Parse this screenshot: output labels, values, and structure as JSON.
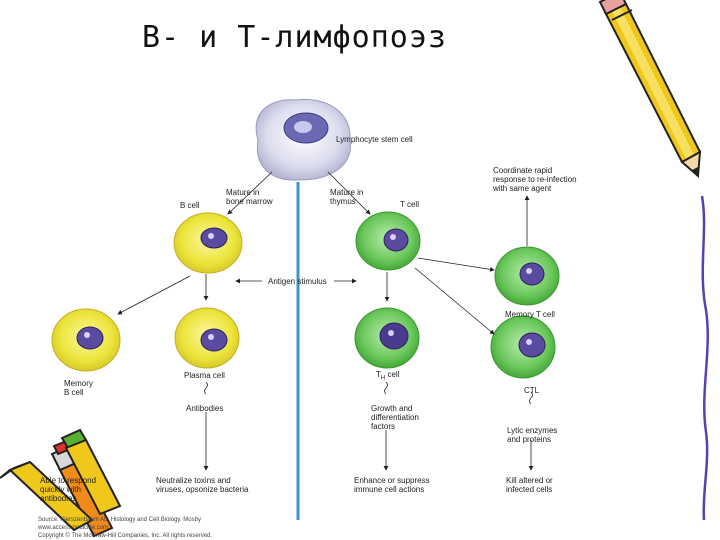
{
  "slide": {
    "title": "B- и T-лимфопоэз"
  },
  "diagram": {
    "lymphocyte_stem_cell": "Lymphocyte stem cell",
    "mature_in_bone_marrow": "Mature in\nbone marrow",
    "mature_in_thymus": "Mature in\nthymus",
    "b_cell": "B cell",
    "t_cell": "T cell",
    "coordinate_response": "Coordinate rapid\nresponse to re-infection\nwith same agent",
    "antigen_stimulus": "Antigen stimulus",
    "memory_t_cell": "Memory T cell",
    "memory_b_cell": "Memory\nB cell",
    "plasma_cell": "Plasma cell",
    "th_cell_main": "T",
    "th_cell_sub": "H",
    "th_cell_tail": " cell",
    "ctl": "CTL",
    "antibodies": "Antibodies",
    "growth_factors": "Growth and\ndifferentiation\nfactors",
    "lytic_enzymes": "Lytic enzymes\nand proteins",
    "memory_b_outcome": "Able to respond\nquickly with\nantibodies",
    "neutralize": "Neutralize toxins and\nviruses, opsonize bacteria",
    "enhance": "Enhance or suppress\nimmune cell actions",
    "kill": "Kill altered or\ninfected cells"
  },
  "footer": {
    "source": "Source: Kierszenbaum AL: Histology and Cell Biology. Mosby",
    "url": "www.accessmedicine.com",
    "copyright": "Copyright © The McGraw-Hill Companies, Inc. All rights reserved."
  },
  "colors": {
    "b_cell": "#e8e23a",
    "t_cell": "#5cc04c",
    "stem_cell": "#d8d8ec",
    "divider": "#3a94c8"
  }
}
